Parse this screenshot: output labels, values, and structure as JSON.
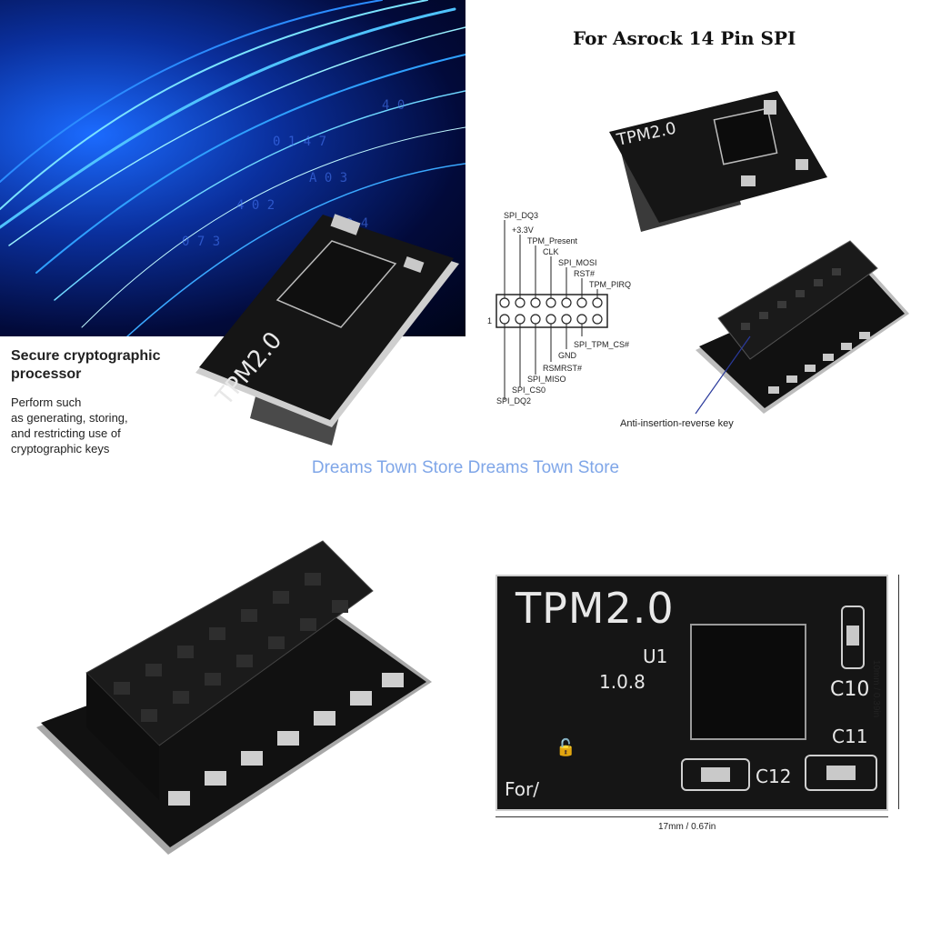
{
  "hero": {
    "title": "Secure cryptographic\nprocessor",
    "body": "Perform                    such\nas generating, storing,\nand restricting use of\ncryptographic keys"
  },
  "header": {
    "title": "For Asrock 14 Pin SPI"
  },
  "pinout": {
    "top_labels": [
      "SPI_DQ3",
      "+3.3V",
      "TPM_Present",
      "CLK",
      "SPI_MOSI",
      "RST#",
      "TPM_PIRQ"
    ],
    "bottom_labels": [
      "SPI_TPM_CS#",
      "RSMRST#",
      "GND",
      "SPI_MISO",
      "SPI_CS0",
      "SPI_DQ2"
    ],
    "pin1": "1"
  },
  "anti_key_label": "Anti-insertion-reverse key",
  "watermark": "Dreams Town Store Dreams Town Store",
  "board": {
    "title": "TPM2.0",
    "chip": "U1",
    "version": "1.0.8",
    "caps": [
      "C10",
      "C11",
      "C12"
    ],
    "footer": "For/"
  },
  "dimensions": {
    "height": "10mm / 0.39in",
    "width": "17mm / 0.67in"
  },
  "colors": {
    "board": "#151515",
    "silk": "#e8e8e8",
    "pad": "#c9c9c9",
    "hero_blue": "#1b6bff"
  }
}
